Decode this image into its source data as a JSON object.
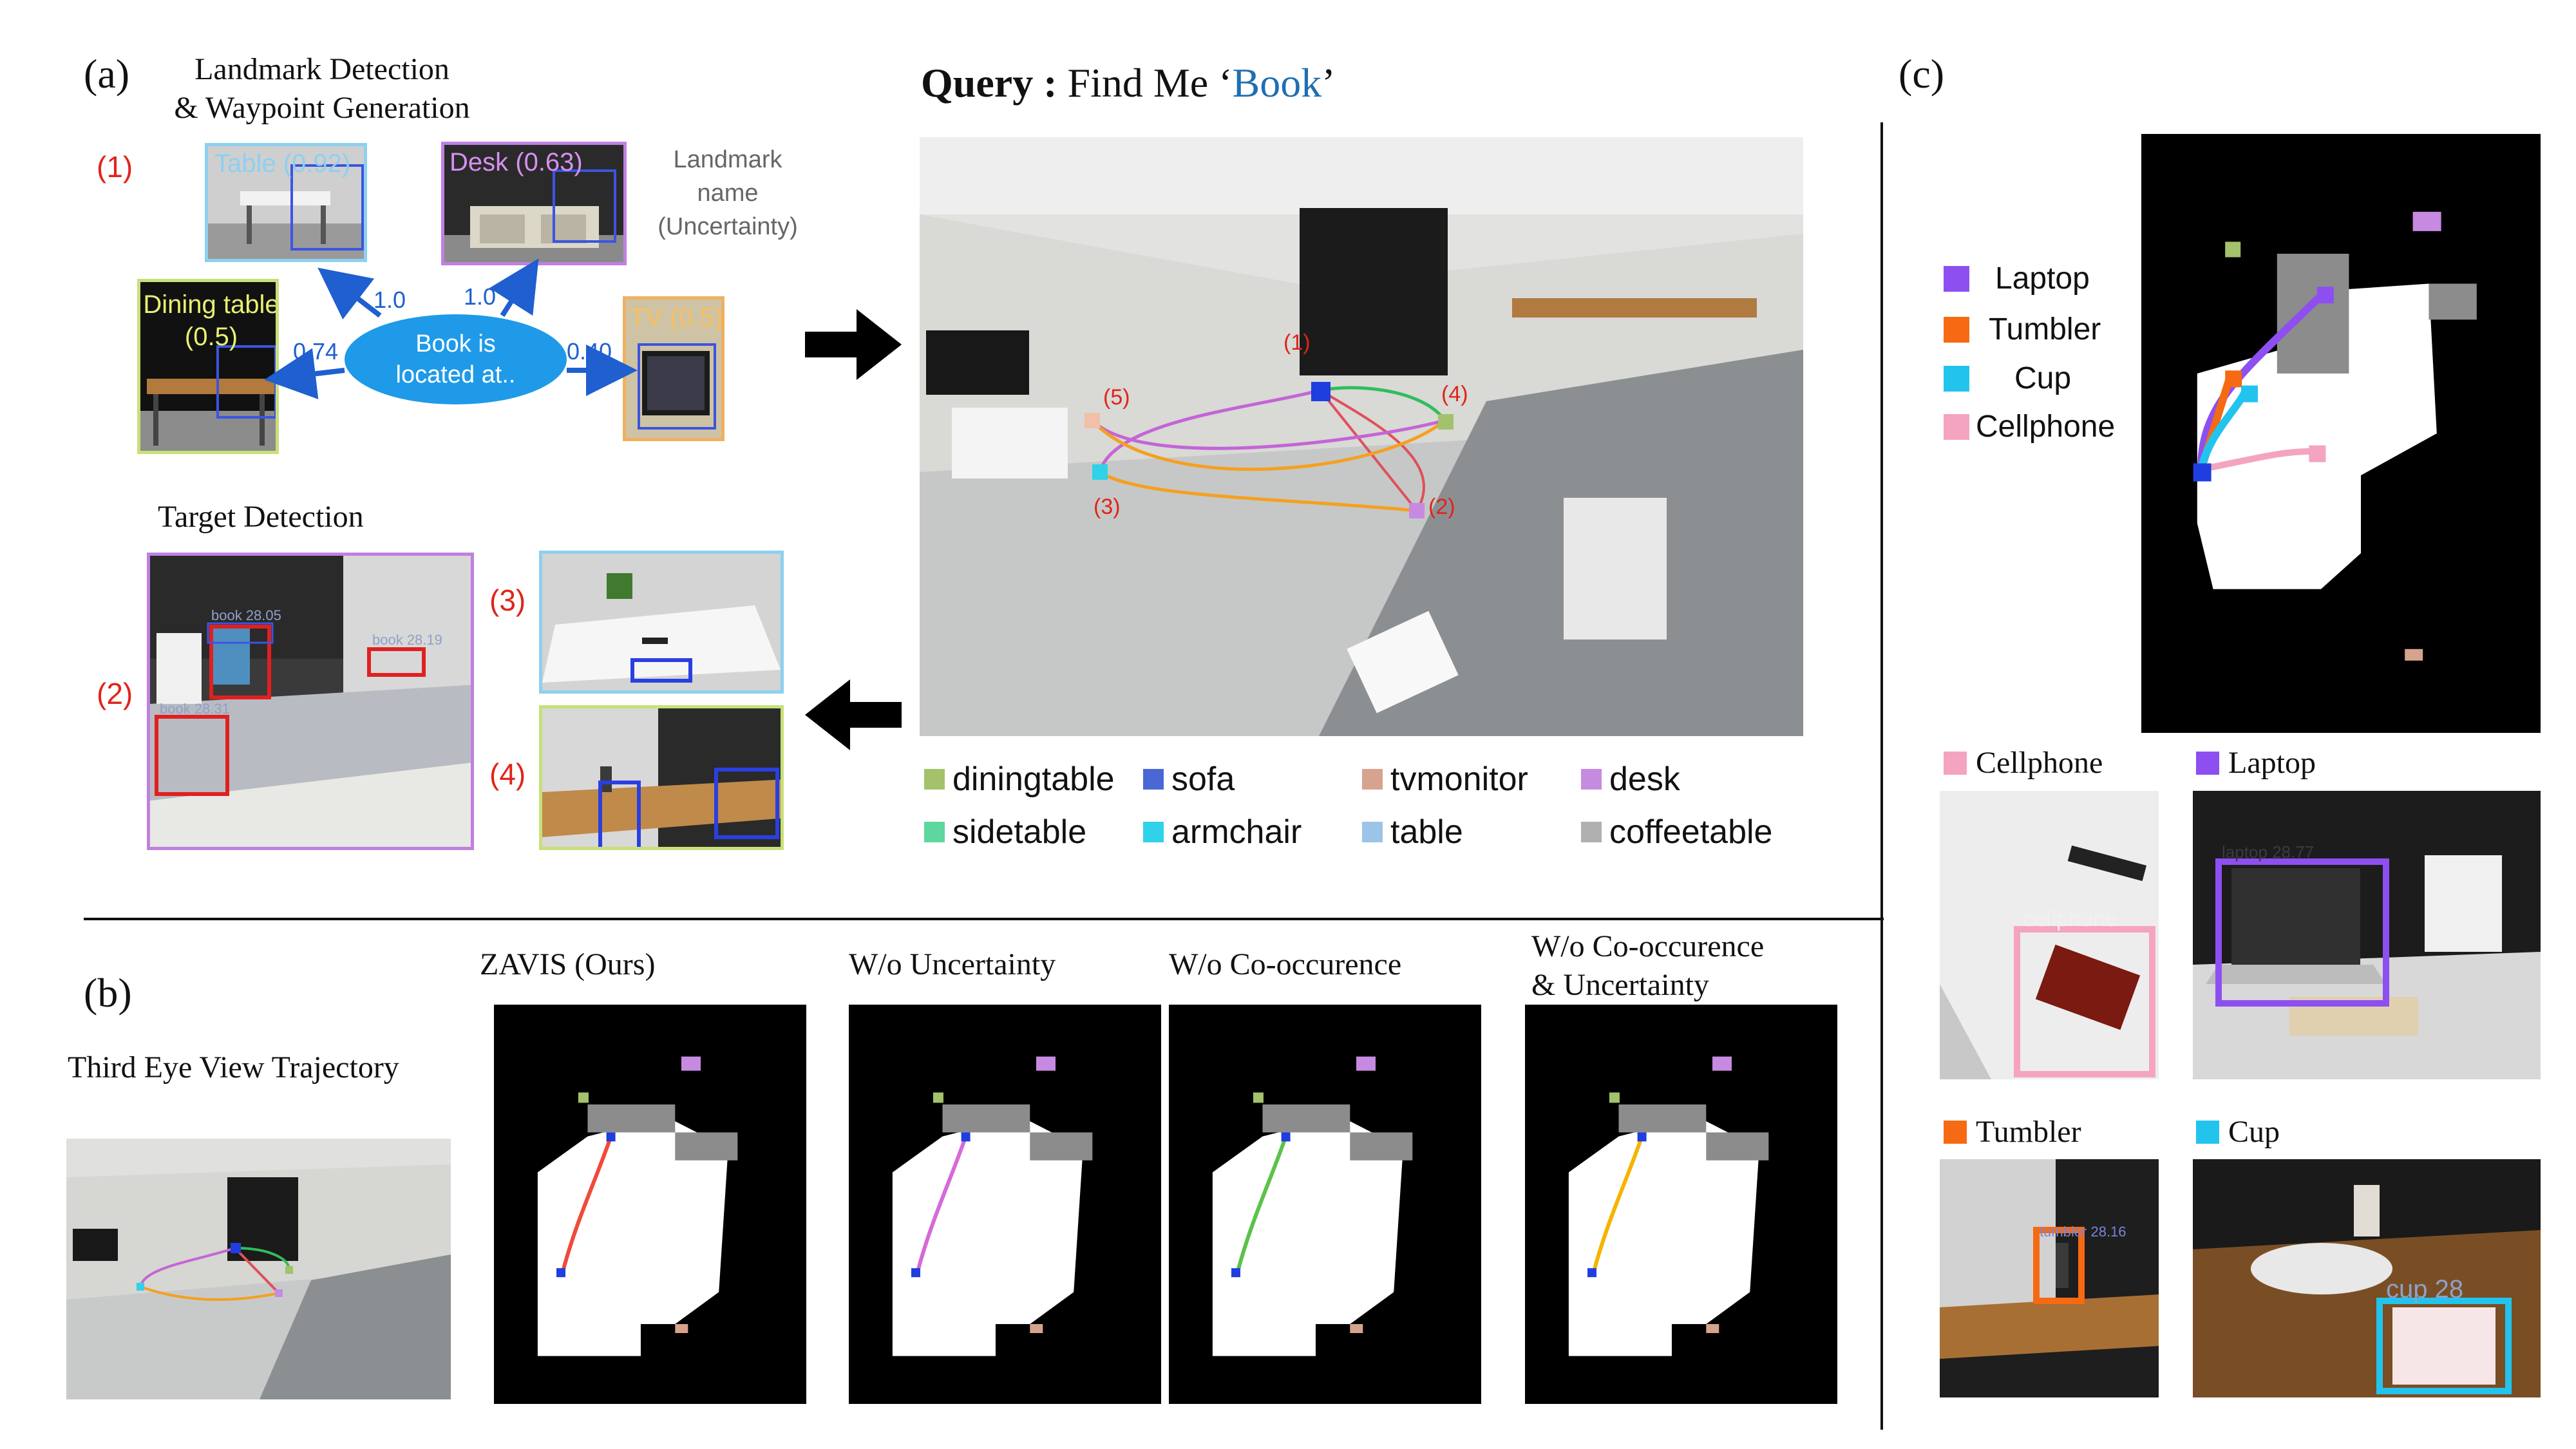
{
  "panel_a": {
    "letter": "(a)",
    "title_line1": "Landmark Detection",
    "title_line2": "& Waypoint Generation",
    "step1": "(1)",
    "landmark_caption_line1": "Landmark",
    "landmark_caption_line2": "name",
    "landmark_caption_line3": "(Uncertainty)",
    "landmarks": {
      "table": "Table (0.92)",
      "desk": "Desk (0.63)",
      "dining": "Dining table",
      "dining_score": "(0.5)",
      "tv": "TV (0.5)"
    },
    "center_line1": "Book is",
    "center_line2": "located at..",
    "weights": {
      "table": "1.0",
      "desk": "1.0",
      "dining": "0.74",
      "tv": "0.40"
    },
    "target_title": "Target Detection",
    "step2": "(2)",
    "step3": "(3)",
    "step4": "(4)",
    "book_labels": {
      "b1": "book 28.05",
      "b2": "book 28.19",
      "b3": "book 28.31"
    }
  },
  "query": {
    "label": "Query :",
    "text_before": " Find Me ‘",
    "target": "Book",
    "text_after": "’",
    "target_color": "#1f6fb0"
  },
  "scene_markers": {
    "m1": "(1)",
    "m2": "(2)",
    "m3": "(3)",
    "m4": "(4)",
    "m5": "(5)"
  },
  "legend": [
    {
      "label": "diningtable",
      "color": "#a3c26b"
    },
    {
      "label": "sofa",
      "color": "#4a67d6"
    },
    {
      "label": "tvmonitor",
      "color": "#d6a38e"
    },
    {
      "label": "desk",
      "color": "#c68ae0"
    },
    {
      "label": "sidetable",
      "color": "#5dd6a0"
    },
    {
      "label": "armchair",
      "color": "#2fd2e8"
    },
    {
      "label": "table",
      "color": "#9bc4e8"
    },
    {
      "label": "coffeetable",
      "color": "#b0b0b0"
    }
  ],
  "panel_b": {
    "letter": "(b)",
    "third_eye": "Third Eye View Trajectory",
    "maps": [
      {
        "title_line1": "ZAVIS (Ours)",
        "title_line2": "",
        "path_color": "#f04a3a"
      },
      {
        "title_line1": "W/o Uncertainty",
        "title_line2": "",
        "path_color": "#d66ad8"
      },
      {
        "title_line1": "W/o Co-occurence",
        "title_line2": "",
        "path_color": "#5cc24a"
      },
      {
        "title_line1": "W/o Co-occurence",
        "title_line2": "& Uncertainty",
        "path_color": "#f5b400"
      }
    ]
  },
  "panel_c": {
    "letter": "(c)",
    "map_legend": [
      {
        "label": "Laptop",
        "color": "#8e4ff0"
      },
      {
        "label": "Tumbler",
        "color": "#f56a12"
      },
      {
        "label": "Cup",
        "color": "#22c4ee"
      },
      {
        "label": "Cellphone",
        "color": "#f4a4c0"
      }
    ],
    "crops": [
      {
        "label": "Cellphone",
        "color": "#f4a4c0",
        "det": "cellphone"
      },
      {
        "label": "Laptop",
        "color": "#8e4ff0",
        "det": "laptop 28.77"
      },
      {
        "label": "Tumbler",
        "color": "#f56a12",
        "det": "tumbler 28.16"
      },
      {
        "label": "Cup",
        "color": "#22c4ee",
        "det": "cup 28"
      }
    ]
  }
}
